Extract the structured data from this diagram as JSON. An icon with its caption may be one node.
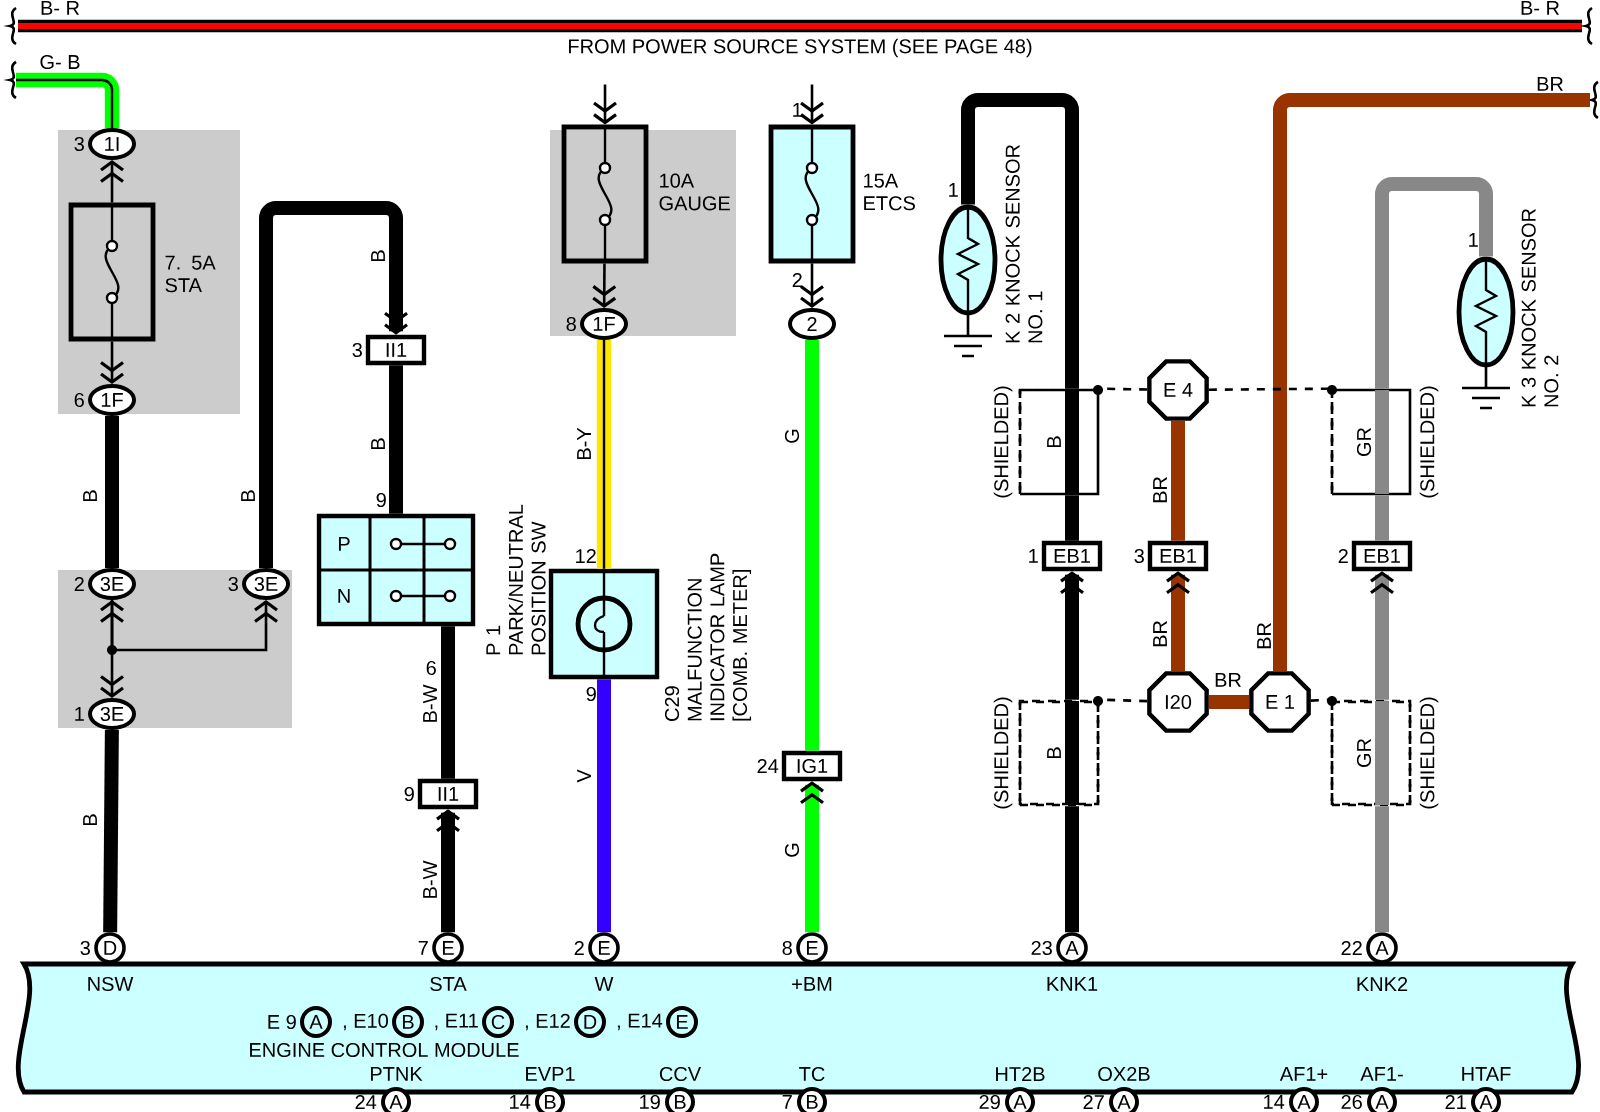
{
  "diagram": {
    "nodes": [
      {
        "text": [
          "7. 5A STA"
        ]
      },
      {
        "text": [
          "1I"
        ],
        "beside": [
          "3"
        ]
      },
      {
        "text": [
          "1F"
        ],
        "beside": [
          "6"
        ]
      },
      {
        "text": [
          "3E"
        ],
        "beside": [
          "2"
        ]
      },
      {
        "text": [
          "3E"
        ],
        "beside": [
          "3"
        ]
      },
      {
        "text": [
          "3E"
        ],
        "beside": [
          "1"
        ]
      },
      {
        "text": [
          "II1"
        ],
        "beside": [
          "3"
        ]
      },
      {
        "text": [
          "P",
          "N",
          "P 1 PARK/NEUTRAL POSITION SW"
        ],
        "beside": [
          "9",
          "6"
        ]
      },
      {
        "text": [
          "II1"
        ],
        "beside": [
          "9"
        ]
      },
      {
        "text": [
          "10A GAUGE"
        ]
      },
      {
        "text": [
          "1F"
        ],
        "beside": [
          "8"
        ]
      },
      {
        "text": [
          "15A ETCS"
        ],
        "beside": [
          "1",
          "2"
        ]
      },
      {
        "text": [
          "2"
        ]
      },
      {
        "text": [
          "C29 MALFUNCTION INDICATOR LAMP [COMB. METER]"
        ],
        "beside": [
          "12",
          "9"
        ]
      },
      {
        "text": [
          "IG1"
        ],
        "beside": [
          "24"
        ]
      },
      {
        "text": [
          "K 2 KNOCK SENSOR NO. 1"
        ],
        "beside": [
          "1"
        ]
      },
      {
        "text": [
          "E 4"
        ]
      },
      {
        "text": [
          "K 3 KNOCK SENSOR NO. 2"
        ],
        "beside": [
          "1"
        ]
      },
      {
        "text": [
          "EB1"
        ],
        "beside": [
          "1"
        ]
      },
      {
        "text": [
          "EB1"
        ],
        "beside": [
          "3"
        ]
      },
      {
        "text": [
          "EB1"
        ],
        "beside": [
          "2"
        ]
      },
      {
        "text": [
          "I20"
        ]
      },
      {
        "text": [
          "E 1"
        ]
      },
      {
        "text": [
          "NSW",
          "STA",
          "W",
          "+BM",
          "KNK1",
          "KNK2",
          "E 9",
          "A",
          ", E10",
          "B",
          ", E11",
          "C",
          ", E12",
          "D",
          ", E14",
          "E",
          "ENGINE CONTROL MODULE",
          "PTNK",
          "EVP1",
          "CCV",
          "TC",
          "HT2B",
          "OX2B",
          "AF1+",
          "AF1-",
          "HTAF"
        ],
        "beside": [
          "24",
          "A",
          "14",
          "B",
          "19",
          "B",
          "7",
          "B",
          "29",
          "A",
          "27",
          "A",
          "14",
          "A",
          "26",
          "A",
          "21",
          "A"
        ]
      },
      {
        "text": [
          "D"
        ],
        "beside": [
          "3"
        ]
      },
      {
        "text": [
          "E"
        ],
        "beside": [
          "7"
        ]
      },
      {
        "text": [
          "E"
        ],
        "beside": [
          "2"
        ]
      },
      {
        "text": [
          "E"
        ],
        "beside": [
          "8"
        ]
      },
      {
        "text": [
          "A"
        ],
        "beside": [
          "23"
        ]
      },
      {
        "text": [
          "A"
        ],
        "beside": [
          "22"
        ]
      },
      {
        "text": [
          "FROM POWER SOURCE SYSTEM (SEE PAGE 48)"
        ]
      },
      {
        "text": [
          "(SHIELDED)",
          "B"
        ]
      },
      {
        "text": [
          "(SHIELDED)",
          "GR"
        ]
      },
      {
        "text": [
          "(SHIELDED)",
          "B"
        ]
      },
      {
        "text": [
          "(SHIELDED)",
          "GR"
        ]
      }
    ],
    "edges": [
      {
        "from": null,
        "to": 1,
        "arrow": "none",
        "label": "G- B",
        "color": "#00ff00"
      },
      {
        "from": 0,
        "to": 1,
        "arrow": "to"
      },
      {
        "from": 0,
        "to": 2,
        "arrow": "to"
      },
      {
        "from": 2,
        "to": 3,
        "arrow": "none",
        "label": "B"
      },
      {
        "from": 3,
        "to": 5,
        "arrow": "both"
      },
      {
        "from": 3,
        "to": 4,
        "arrow": "to"
      },
      {
        "from": 4,
        "to": 6,
        "arrow": "to",
        "label": "B"
      },
      {
        "from": 6,
        "to": 7,
        "arrow": "none",
        "label": "B"
      },
      {
        "from": 7,
        "to": 8,
        "arrow": "none",
        "label": "B-W"
      },
      {
        "from": 25,
        "to": 8,
        "arrow": "to",
        "label": "B-W"
      },
      {
        "from": 5,
        "to": 24,
        "arrow": "none",
        "label": "B"
      },
      {
        "from": 30,
        "to": 9,
        "arrow": "to"
      },
      {
        "from": 9,
        "to": 10,
        "arrow": "to"
      },
      {
        "from": 10,
        "to": 13,
        "arrow": "none",
        "label": "B-Y",
        "color": "#ffe600"
      },
      {
        "from": 13,
        "to": 26,
        "arrow": "none",
        "label": "V",
        "color": "#3300ff"
      },
      {
        "from": 30,
        "to": 11,
        "arrow": "to"
      },
      {
        "from": 11,
        "to": 12,
        "arrow": "to"
      },
      {
        "from": 12,
        "to": 14,
        "arrow": "none",
        "label": "G",
        "color": "#00ff00"
      },
      {
        "from": 27,
        "to": 14,
        "arrow": "to",
        "label": "G",
        "color": "#00ff00"
      },
      {
        "from": 15,
        "to": 31,
        "arrow": "none"
      },
      {
        "from": 33,
        "to": 18,
        "arrow": "to"
      },
      {
        "from": 16,
        "to": 19,
        "arrow": "none",
        "label": "BR",
        "color": "#993300"
      },
      {
        "from": 21,
        "to": 19,
        "arrow": "to",
        "label": "BR",
        "color": "#993300"
      },
      {
        "from": 21,
        "to": 22,
        "arrow": "none",
        "label": "BR",
        "color": "#993300"
      },
      {
        "from": 22,
        "to": null,
        "arrow": "none",
        "label": "BR",
        "color": "#993300"
      },
      {
        "from": 17,
        "to": 32,
        "arrow": "none",
        "color": "#888888"
      },
      {
        "from": 34,
        "to": 20,
        "arrow": "to",
        "color": "#888888"
      },
      {
        "from": 16,
        "to": 31,
        "arrow": "none",
        "style": "dashed"
      },
      {
        "from": 16,
        "to": 32,
        "arrow": "none",
        "style": "dashed"
      },
      {
        "from": 21,
        "to": 33,
        "arrow": "none",
        "style": "dashed"
      },
      {
        "from": 22,
        "to": 34,
        "arrow": "none",
        "style": "dashed"
      },
      {
        "from": 31,
        "to": 18,
        "arrow": "none"
      },
      {
        "from": 28,
        "to": 33,
        "arrow": "none"
      },
      {
        "from": 32,
        "to": 20,
        "arrow": "none",
        "color": "#888888"
      },
      {
        "from": 29,
        "to": 34,
        "arrow": "none",
        "color": "#888888"
      }
    ],
    "labels": [
      "B- R",
      "B- R",
      "B",
      "BR"
    ]
  }
}
